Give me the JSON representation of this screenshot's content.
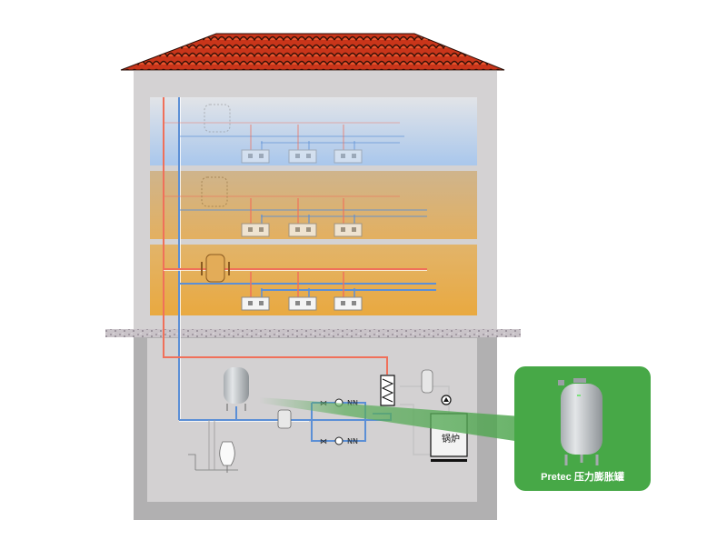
{
  "diagram": {
    "title": "Pretec pressure expansion tank heating system",
    "floors": [
      {
        "name": "top-floor",
        "tint": "blue",
        "radiators": 3
      },
      {
        "name": "middle-floor",
        "tint": "tan",
        "radiators": 3
      },
      {
        "name": "ground-floor",
        "tint": "orange",
        "radiators": 3
      }
    ],
    "basement": {
      "boiler_label": "锅炉",
      "components": [
        "expansion-tank",
        "dirt-separator",
        "pump-loop-upper",
        "pump-loop-lower",
        "heat-exchanger",
        "air-separator",
        "circulation-pump",
        "boiler",
        "makeup-vessel"
      ]
    },
    "callout": {
      "label": "Pretec 压力膨胀罐",
      "product": "Pretec pressure expansion tank"
    },
    "colors": {
      "roof": "#d9401f",
      "house_wall": "#d4d2d3",
      "basement_wall": "#b1b0b1",
      "floor_top": "#b7cfe9",
      "floor_mid": "#d9b784",
      "floor_low": "#e5ac4b",
      "supply_pipe": "#f0705a",
      "return_pipe": "#5b8fd6",
      "callout_bg": "#47a847",
      "beam": "#5fae5f"
    }
  }
}
